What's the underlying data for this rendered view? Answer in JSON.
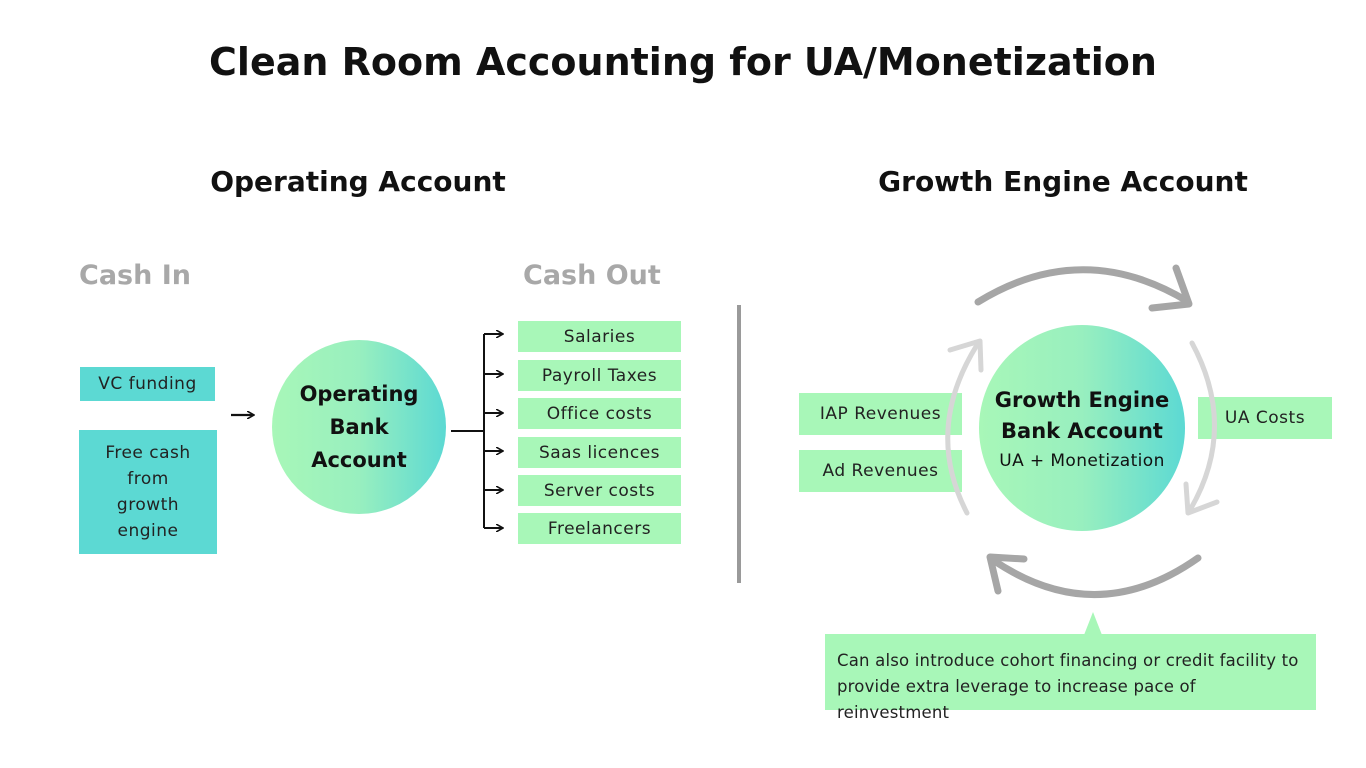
{
  "title": "Clean Room Accounting for UA/Monetization",
  "operating": {
    "heading": "Operating Account",
    "cash_in_label": "Cash In",
    "cash_out_label": "Cash Out",
    "inputs": [
      "VC funding",
      "Free cash from growth engine"
    ],
    "center_label": "Operating Bank Account",
    "outputs": [
      "Salaries",
      "Payroll Taxes",
      "Office costs",
      "Saas licences",
      "Server costs",
      "Freelancers"
    ]
  },
  "growth": {
    "heading": "Growth Engine Account",
    "center_title": "Growth Engine Bank Account",
    "center_subtitle": "UA + Monetization",
    "revenues": [
      "IAP Revenues",
      "Ad Revenues"
    ],
    "costs": "UA Costs",
    "note": "Can also introduce cohort financing or credit facility to provide extra leverage to increase pace of reinvestment"
  },
  "colors": {
    "teal": "#5cd9d3",
    "mint": "#a8f7b8",
    "grey_text": "#a8a8a8",
    "arrow_dark": "#a6a6a6",
    "arrow_light": "#d6d6d6"
  }
}
